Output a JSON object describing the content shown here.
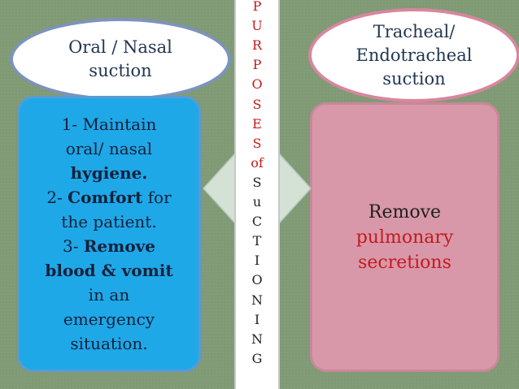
{
  "left": {
    "title": "Oral / Nasal\nsuction",
    "lines": [
      [
        {
          "t": "1- Maintain",
          "b": false
        }
      ],
      [
        {
          "t": "oral/ nasal",
          "b": false
        }
      ],
      [
        {
          "t": "hygiene.",
          "b": true
        }
      ],
      [
        {
          "t": "2- ",
          "b": false
        },
        {
          "t": "Comfort",
          "b": true
        },
        {
          "t": " for",
          "b": false
        }
      ],
      [
        {
          "t": "the patient.",
          "b": false
        }
      ],
      [
        {
          "t": "3- ",
          "b": false
        },
        {
          "t": "Remove",
          "b": true
        }
      ],
      [
        {
          "t": "blood & vomit",
          "b": true
        }
      ],
      [
        {
          "t": "in an",
          "b": false
        }
      ],
      [
        {
          "t": "emergency",
          "b": false
        }
      ],
      [
        {
          "t": "situation.",
          "b": false
        }
      ]
    ]
  },
  "right": {
    "title": "Tracheal/\nEndotracheal\nsuction",
    "text_line1": "Remove",
    "text_line2": "pulmonary",
    "text_line3": "secretions"
  },
  "vertical": {
    "letters": [
      "P",
      "U",
      "R",
      "P",
      "O",
      "S",
      "E",
      "S",
      "of",
      "S",
      "u",
      "C",
      "T",
      "I",
      "O",
      "N",
      "I",
      "N",
      "G"
    ]
  },
  "colors": {
    "background": "#7f9a74",
    "left_box": "#1ea8e8",
    "right_box": "#d898aa",
    "red_text": "#c41a1a",
    "arrow": "#d4e2d6"
  }
}
